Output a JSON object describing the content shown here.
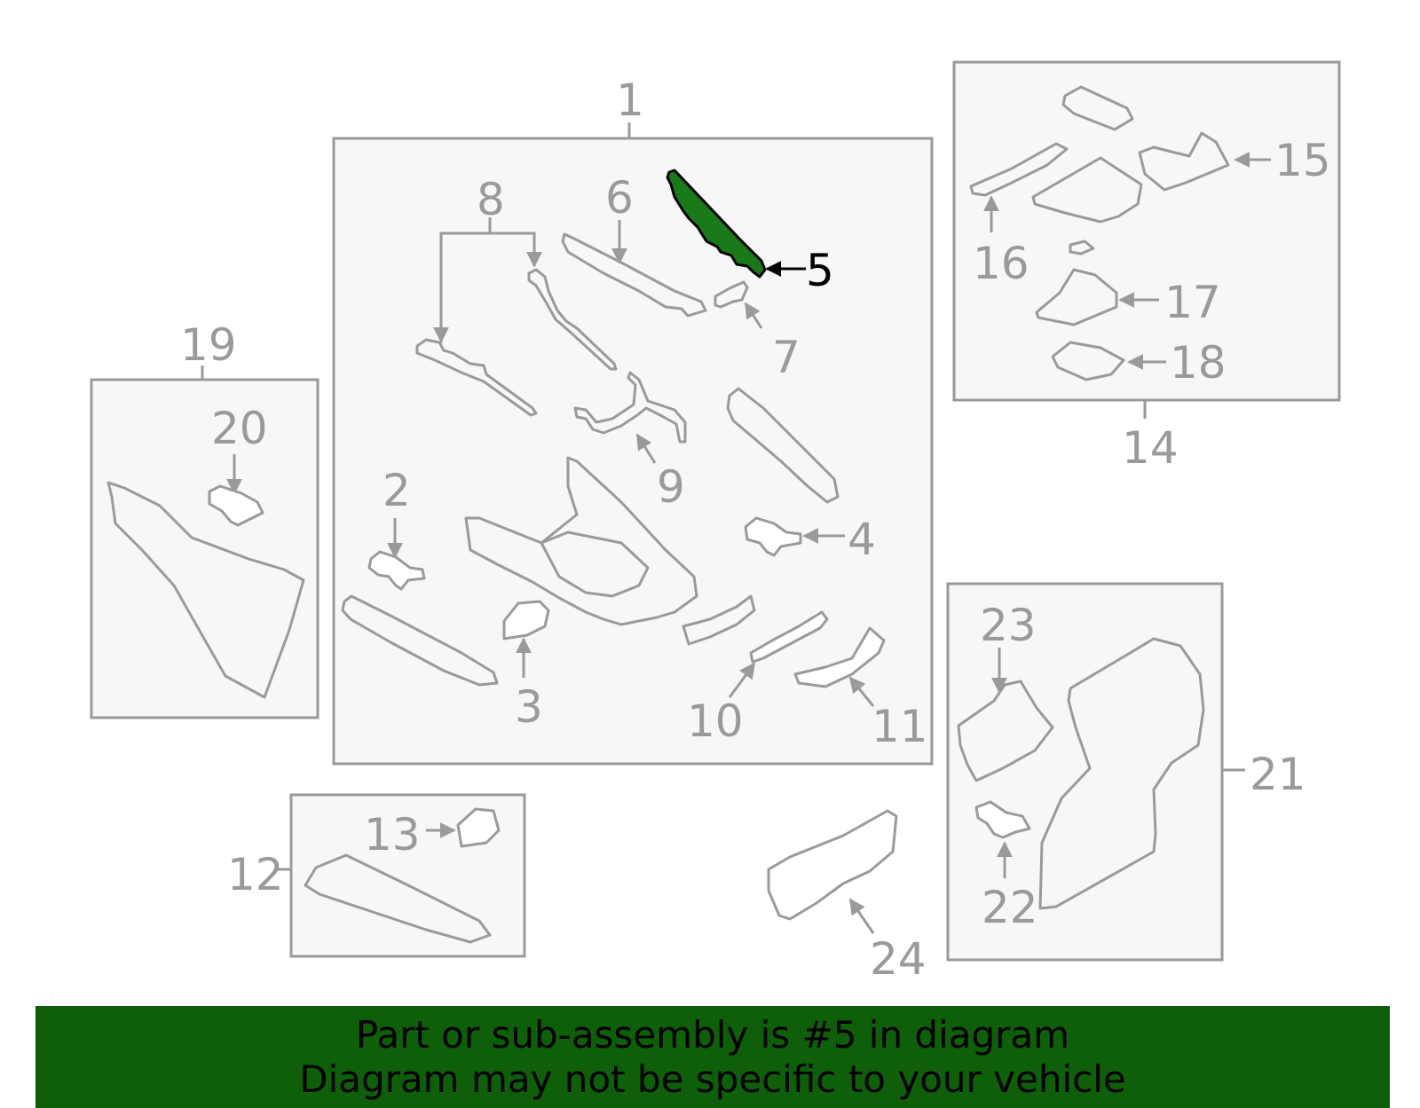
{
  "callouts": [
    "1",
    "2",
    "3",
    "4",
    "5",
    "6",
    "7",
    "8",
    "9",
    "10",
    "11",
    "12",
    "13",
    "14",
    "15",
    "16",
    "17",
    "18",
    "19",
    "20",
    "21",
    "22",
    "23",
    "24"
  ],
  "highlighted_part": "5",
  "colors": {
    "highlight": "#1a7a1a",
    "banner_bg": "#0f5e0a",
    "line": "#9a9a9a",
    "box_fill": "#f7f7f7"
  },
  "banner": {
    "line1": "Part or sub-assembly is #5 in diagram",
    "line2": "Diagram may not be specific to your vehicle"
  }
}
